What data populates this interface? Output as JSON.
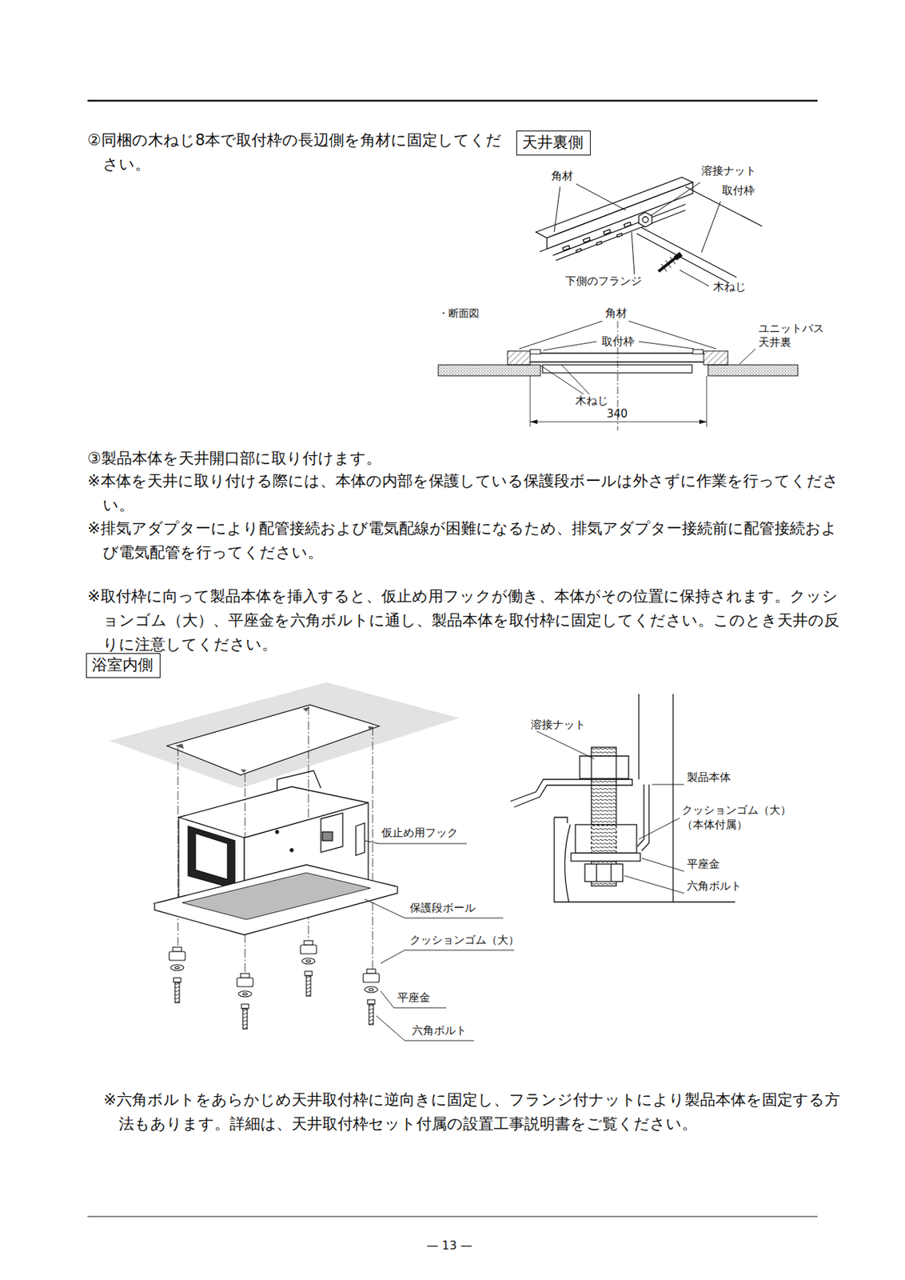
{
  "diagram": {
    "nodes": [
      {
        "text": [
          "天井裏側"
        ]
      },
      {
        "text": [
          "浴室内側"
        ]
      }
    ],
    "labels": [
      "②同梱の木ねじ8本で取付枠の長辺側を角材に固定してください。",
      "角材",
      "溶接ナット",
      "取付枠",
      "下側のフランジ",
      "木ねじ",
      "・断面図",
      "角材",
      "取付枠",
      "ユニットバス 天井裏",
      "木ねじ",
      "340",
      "③製品本体を天井開口部に取り付けます。",
      "※本体を天井に取り付ける際には、本体の内部を保護している保護段ボールは外さずに作業を行ってください。",
      "※排気アダプターにより配管接続および電気配線が困難になるため、排気アダプター接続前に配管接続および電気配管を行ってください。",
      "※取付枠に向って製品本体を挿入すると、仮止め用フックが働き、本体がその位置に保持されます。クッションゴム（大）、平座金を六角ボルトに通し、製品本体を取付枠に固定してください。このとき天井の反りに注意してください。",
      "溶接ナット",
      "製品本体",
      "仮止め用フック",
      "クッションゴム（大）",
      "（本体付属）",
      "平座金",
      "保護段ボール",
      "六角ボルト",
      "クッションゴム（大）",
      "平座金",
      "六角ボルト",
      "※六角ボルトをあらかじめ天井取付枠に逆向きに固定し、フランジ付ナットにより製品本体を固定する方法もあります。詳細は、天井取付枠セット付属の設置工事説明書をご覧ください。",
      "— 13 —"
    ]
  }
}
